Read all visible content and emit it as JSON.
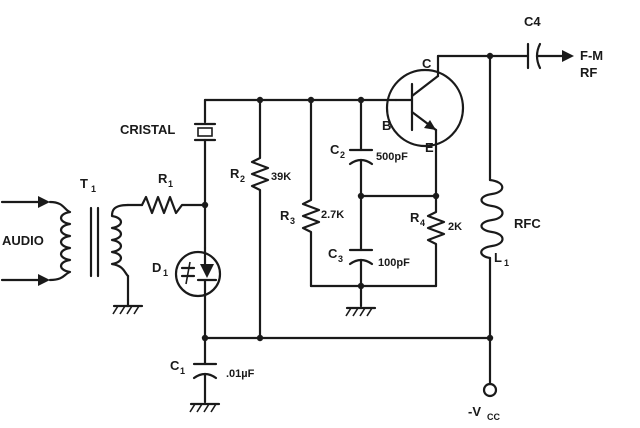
{
  "labels": {
    "audio": "AUDIO",
    "t1": "T",
    "t1_sub": "1",
    "r1": "R",
    "r1_sub": "1",
    "cristal": "CRISTAL",
    "d1": "D",
    "d1_sub": "1",
    "c1": "C",
    "c1_sub": "1",
    "c1_value": ".01µF",
    "r2": "R",
    "r2_sub": "2",
    "r2_value": "39K",
    "c2": "C",
    "c2_sub": "2",
    "c2_value": "500pF",
    "r3": "R",
    "r3_sub": "3",
    "r3_value": "2.7K",
    "c3": "C",
    "c3_sub": "3",
    "c3_value": "100pF",
    "r4": "R",
    "r4_sub": "4",
    "r4_value": "2K",
    "base": "B",
    "collector": "C",
    "emitter": "E",
    "c4": "C4",
    "output_line1": "F-M",
    "output_line2": "RF",
    "rfc": "RFC",
    "l1": "L",
    "l1_sub": "1",
    "vcc": "-V",
    "vcc_sub": "CC"
  }
}
